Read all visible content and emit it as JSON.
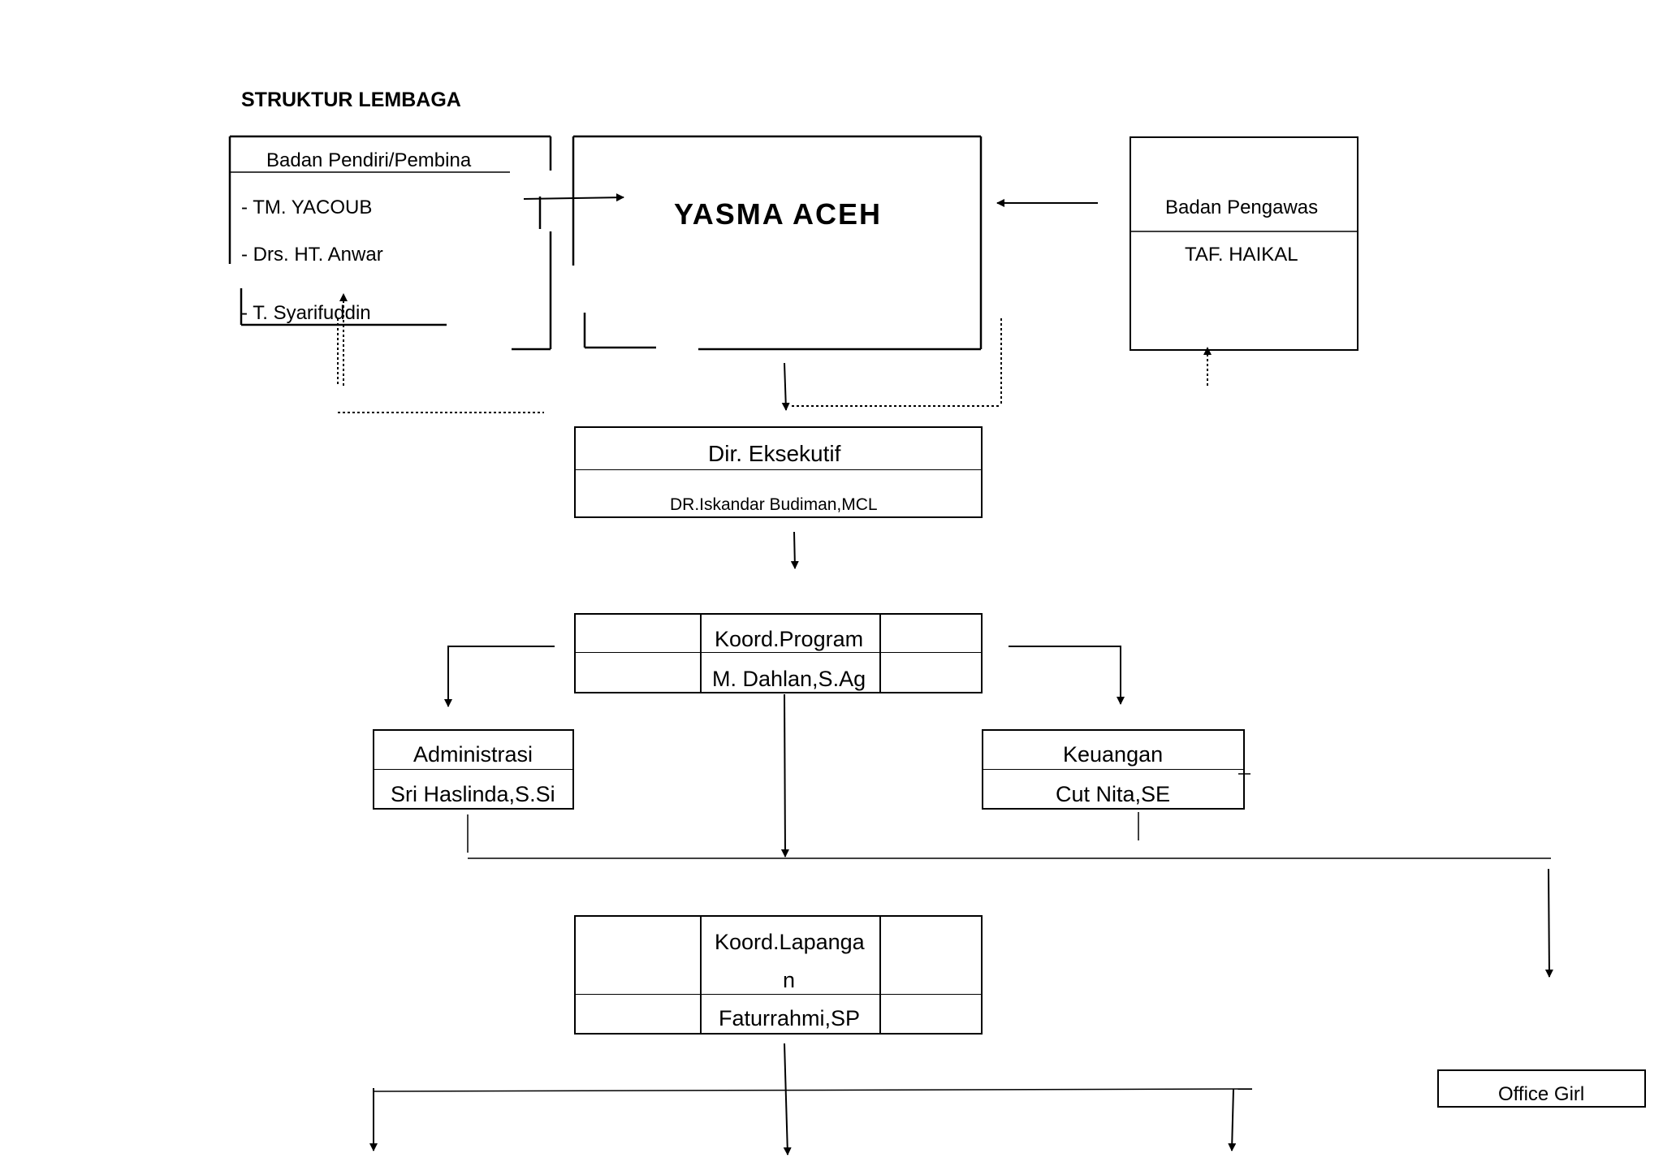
{
  "title": "STRUKTUR LEMBAGA",
  "pendiri": {
    "heading": "Badan Pendiri/Pembina",
    "members": [
      "- TM. YACOUB",
      "- Drs. HT. Anwar",
      "- T. Syarifuddin"
    ]
  },
  "org": {
    "name": "YASMA ACEH"
  },
  "pengawas": {
    "heading": "Badan Pengawas",
    "name": "TAF. HAIKAL"
  },
  "direktur": {
    "role": "Dir. Eksekutif",
    "name": "DR.Iskandar Budiman,MCL"
  },
  "koord_program": {
    "role": "Koord.Program",
    "name": "M. Dahlan,S.Ag"
  },
  "administrasi": {
    "role": "Administrasi",
    "name": "Sri Haslinda,S.Si"
  },
  "keuangan": {
    "role": "Keuangan",
    "name": "Cut Nita,SE"
  },
  "koord_lapangan": {
    "role_line1": "Koord.Lapanga",
    "role_line2": "n",
    "name": "Faturrahmi,SP"
  },
  "office_girl": {
    "label": "Office Girl"
  }
}
